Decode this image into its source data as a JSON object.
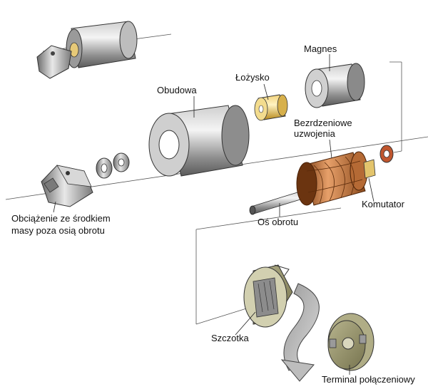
{
  "labels": {
    "magnes": "Magnes",
    "lozysko": "Łożysko",
    "obudowa": "Obudowa",
    "uzwojenia_line1": "Bezrdzeniowe",
    "uzwojenia_line2": "uzwojenia",
    "komutator": "Komutator",
    "obciazenie_line1": "Obciążenie ze środkiem",
    "obciazenie_line2": "masy poza osią obrotu",
    "os_obrotu": "Oś obrotu",
    "szczotka": "Szczotka",
    "terminal": "Terminal połączeniowy"
  }
}
